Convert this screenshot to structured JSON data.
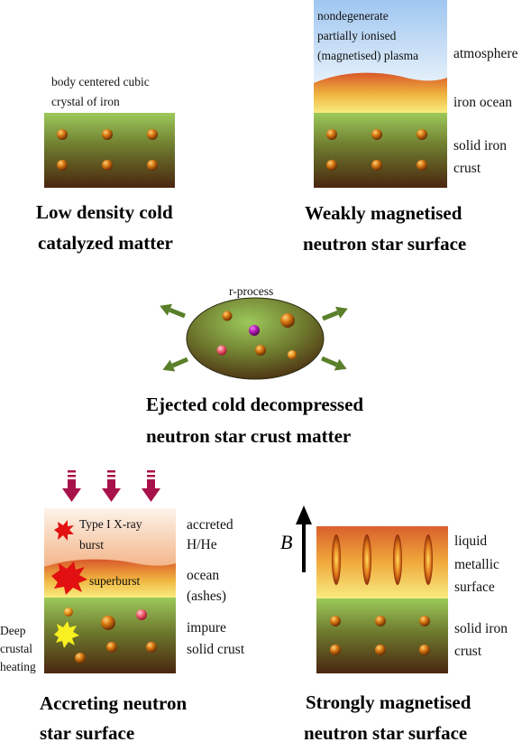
{
  "panels": {
    "cold_matter": {
      "label_line1": "body centered cubic",
      "label_line2": "crystal of iron",
      "caption_line1": "Low density cold",
      "caption_line2": "catalyzed matter"
    },
    "weak_field": {
      "plasma_line1": "nondegenerate",
      "plasma_line2": "partially ionised",
      "plasma_line3": "(magnetised) plasma",
      "atmosphere": "atmosphere",
      "ocean": "iron ocean",
      "crust_line1": "solid iron",
      "crust_line2": "crust",
      "caption_line1": "Weakly magnetised",
      "caption_line2": "neutron star surface"
    },
    "ejected": {
      "rprocess": "r-process",
      "caption_line1": "Ejected cold decompressed",
      "caption_line2": "neutron star crust matter"
    },
    "accreting": {
      "burst_line1": "Type I X-ray",
      "burst_line2": "burst",
      "superburst": "superburst",
      "accreted_line1": "accreted",
      "accreted_line2": "H/He",
      "ocean_line1": "ocean",
      "ocean_line2": "(ashes)",
      "crust_line1": "impure",
      "crust_line2": "solid crust",
      "heating_line1": "Deep",
      "heating_line2": "crustal",
      "heating_line3": "heating",
      "caption_line1": "Accreting neutron",
      "caption_line2": "star surface"
    },
    "strong_field": {
      "field_symbol": "B",
      "surface_line1": "liquid",
      "surface_line2": "metallic",
      "surface_line3": "surface",
      "crust_line1": "solid iron",
      "crust_line2": "crust",
      "caption_line1": "Strongly magnetised",
      "caption_line2": "neutron star surface"
    }
  },
  "colors": {
    "crust_top": "#8fbd4f",
    "crust_bottom": "#4a2a12",
    "ocean_top": "#e8702a",
    "ocean_bottom": "#f7e36a",
    "sky_top": "#a9cdf2",
    "ejecta_arrow": "#5a7f2a",
    "accretion_arrow": "#b0124a"
  }
}
